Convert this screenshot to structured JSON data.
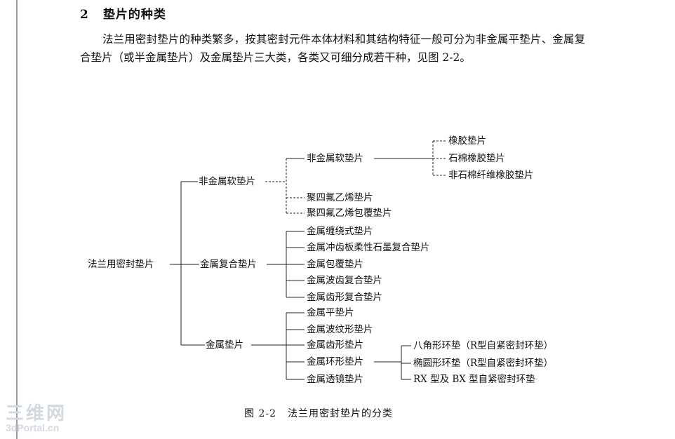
{
  "section": {
    "number": "2",
    "title": "垫片的种类"
  },
  "paragraph": "法兰用密封垫片的种类繁多，按其密封元件本体材料和其结构特征一般可分为非金属平垫片、金属复合垫片（或半金属垫片）及金属垫片三大类，各类又可细分成若干种，见图 2-2。",
  "diagram": {
    "root": "法兰用密封垫片",
    "categories": [
      {
        "label": "非金属软垫片",
        "items": [
          {
            "label": "非金属软垫片",
            "children": [
              "橡胶垫片",
              "石棉橡胶垫片",
              "非石棉纤维橡胶垫片"
            ]
          },
          {
            "label": "聚四氟乙烯垫片"
          },
          {
            "label": "聚四氟乙烯包覆垫片"
          }
        ]
      },
      {
        "label": "金属复合垫片",
        "items": [
          {
            "label": "金属缠绕式垫片"
          },
          {
            "label": "金属冲齿板柔性石墨复合垫片"
          },
          {
            "label": "金属包覆垫片"
          },
          {
            "label": "金属波齿复合垫片"
          },
          {
            "label": "金属齿形复合垫片"
          }
        ]
      },
      {
        "label": "金属垫片",
        "items": [
          {
            "label": "金属平垫片"
          },
          {
            "label": "金属波纹形垫片"
          },
          {
            "label": "金属齿形垫片"
          },
          {
            "label": "金属环形垫片",
            "children": [
              "八角形环垫（R型自紧密封环垫）",
              "椭圆形环垫（R型自紧密封环垫）",
              "RX 型及 BX 型自紧密封环垫"
            ]
          },
          {
            "label": "金属透镜垫片"
          }
        ]
      }
    ]
  },
  "caption": {
    "figure": "图 2-2",
    "text": "法兰用密封垫片的分类"
  },
  "watermark": {
    "main": "三维网",
    "sub": "3dPortal.cn"
  }
}
